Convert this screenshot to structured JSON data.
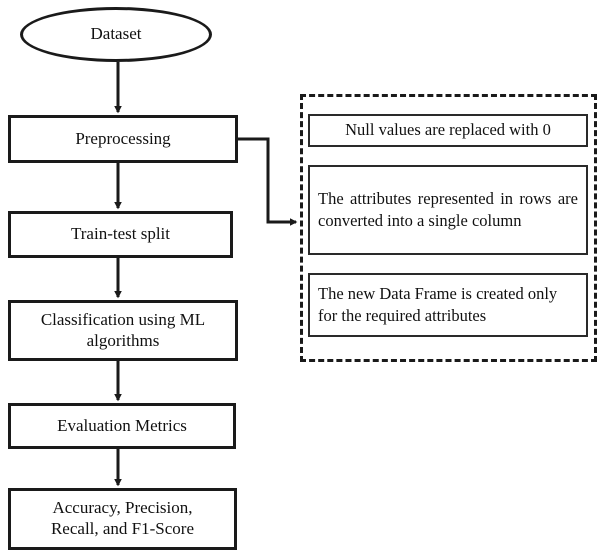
{
  "diagram": {
    "type": "flowchart",
    "title": "Machine learning pipeline flowchart",
    "background_color": "#ffffff",
    "stroke_color": "#1a1a1a",
    "flow_nodes": [
      {
        "id": "dataset",
        "label": "Dataset",
        "shape": "ellipse"
      },
      {
        "id": "preprocessing",
        "label": "Preprocessing",
        "shape": "rectangle"
      },
      {
        "id": "train-test-split",
        "label": "Train-test split",
        "shape": "rectangle"
      },
      {
        "id": "classification",
        "label": "Classification using ML\nalgorithms",
        "shape": "rectangle"
      },
      {
        "id": "evaluation-metrics",
        "label": "Evaluation Metrics",
        "shape": "rectangle"
      },
      {
        "id": "results",
        "label": "Accuracy, Precision,\nRecall, and F1-Score",
        "shape": "rectangle"
      }
    ],
    "detail_panel": {
      "border_style": "dashed",
      "source_node": "preprocessing",
      "items": [
        {
          "id": "detail-1",
          "label": "Null values are replaced with 0"
        },
        {
          "id": "detail-2",
          "label": "The attributes represented in rows are converted into a single column"
        },
        {
          "id": "detail-3",
          "label": "The new Data Frame is created only for the required attributes"
        }
      ]
    },
    "edges": [
      {
        "from": "dataset",
        "to": "preprocessing",
        "kind": "arrow-down"
      },
      {
        "from": "preprocessing",
        "to": "train-test-split",
        "kind": "arrow-down"
      },
      {
        "from": "train-test-split",
        "to": "classification",
        "kind": "arrow-down"
      },
      {
        "from": "classification",
        "to": "evaluation-metrics",
        "kind": "arrow-down"
      },
      {
        "from": "evaluation-metrics",
        "to": "results",
        "kind": "arrow-down"
      },
      {
        "from": "preprocessing",
        "to": "detail-panel",
        "kind": "elbow-arrow-right"
      }
    ]
  }
}
